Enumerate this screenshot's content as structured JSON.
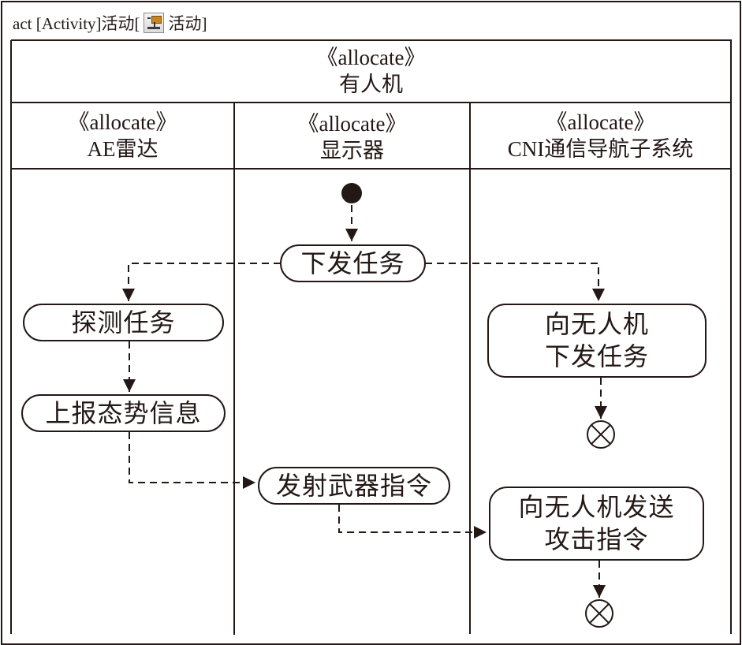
{
  "frame": {
    "kind": "act",
    "type_label": "[Activity]",
    "name": "活动",
    "icon": "activity-diagram-icon",
    "diagram_name": "活动",
    "title_prefix": "act [Activity]活动[",
    "title_suffix": "活动]"
  },
  "pool": {
    "stereotype": "《allocate》",
    "name": "有人机"
  },
  "lanes": [
    {
      "stereotype": "《allocate》",
      "name": "AE雷达"
    },
    {
      "stereotype": "《allocate》",
      "name": "显示器"
    },
    {
      "stereotype": "《allocate》",
      "name": "CNI通信导航子系统"
    }
  ],
  "nodes": {
    "initial": {
      "type": "initial-node",
      "lane": "显示器"
    },
    "issue_task": {
      "type": "action",
      "label": "下发任务",
      "lane": "显示器"
    },
    "detect_task": {
      "type": "action",
      "label": "探测任务",
      "lane": "AE雷达"
    },
    "report_situation": {
      "type": "action",
      "label": "上报态势信息",
      "lane": "AE雷达"
    },
    "send_task_uav": {
      "type": "action",
      "label_line1": "向无人机",
      "label_line2": "下发任务",
      "lane": "CNI通信导航子系统"
    },
    "final1": {
      "type": "flow-final",
      "lane": "CNI通信导航子系统"
    },
    "fire_weapon": {
      "type": "action",
      "label": "发射武器指令",
      "lane": "显示器"
    },
    "send_attack_uav": {
      "type": "action",
      "label_line1": "向无人机发送",
      "label_line2": "攻击指令",
      "lane": "CNI通信导航子系统"
    },
    "final2": {
      "type": "flow-final",
      "lane": "CNI通信导航子系统"
    }
  },
  "flows": [
    {
      "from": "initial",
      "to": "下发任务"
    },
    {
      "from": "下发任务",
      "to": "探测任务"
    },
    {
      "from": "下发任务",
      "to": "向无人机下发任务"
    },
    {
      "from": "探测任务",
      "to": "上报态势信息"
    },
    {
      "from": "上报态势信息",
      "to": "发射武器指令"
    },
    {
      "from": "向无人机下发任务",
      "to": "flow-final"
    },
    {
      "from": "发射武器指令",
      "to": "向无人机发送攻击指令"
    },
    {
      "from": "向无人机发送攻击指令",
      "to": "flow-final"
    }
  ],
  "colors": {
    "stroke": "#231815",
    "background": "#ffffff"
  }
}
